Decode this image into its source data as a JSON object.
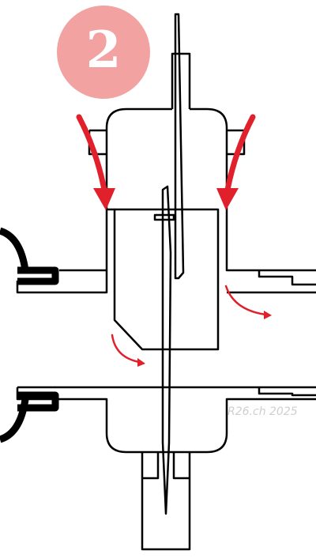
{
  "badge": {
    "number": "2"
  },
  "credit": "R26.ch 2025",
  "colors": {
    "stroke": "#000000",
    "badge_fill": "#f2a2a0",
    "arrow": "#e0202a",
    "background": "#ffffff"
  },
  "arrows": {
    "press_direction": "down",
    "flow_arrows": 2
  },
  "icons": [
    "press-arrow-icon",
    "flow-arrow-icon"
  ]
}
